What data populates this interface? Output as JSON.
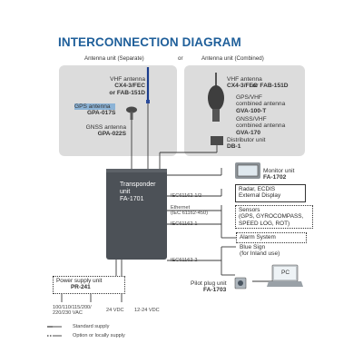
{
  "title": "INTERCONNECTION DIAGRAM",
  "antenna_separate": {
    "caption": "Antenna unit (Separate)",
    "or_label": "or",
    "vhf": {
      "name": "VHF antenna",
      "model": "CX4-3/FEC",
      "alt": "or FAB-151D"
    },
    "gps": {
      "name": "GPS antenna",
      "model": "GPA-017S"
    },
    "gnss": {
      "name": "GNSS antenna",
      "model": "GPA-022S"
    }
  },
  "antenna_combined": {
    "caption": "Antenna unit (Combined)",
    "vhf": {
      "name": "VHF antenna",
      "model": "CX4-3/FEC",
      "alt": "or FAB-151D"
    },
    "gps_vhf": {
      "name1": "GPS/VHF",
      "name2": "combined antenna",
      "model": "GVA-100-T"
    },
    "gnss_vhf": {
      "name1": "GNSS/VHF",
      "name2": "combined antenna",
      "model": "GVA-170"
    },
    "distributor": {
      "name": "Distributor unit",
      "model": "DB-1"
    }
  },
  "transponder": {
    "name1": "Transponder",
    "name2": "unit",
    "model": "FA-1701"
  },
  "monitor": {
    "name": "Monitor unit",
    "model": "FA-1702"
  },
  "interfaces": {
    "iec_1_2": "IEC61162-1/2",
    "ethernet1": "Ethernet",
    "ethernet2": "(IEC 61162-450)",
    "iec_1": "IEC61162-1",
    "iec_2": "IEC61162-2"
  },
  "devices": {
    "radar1": "Radar, ECDIS",
    "radar2": "External Display",
    "sensors1": "Sensors",
    "sensors2": "(GPS, GYROCOMPASS,",
    "sensors3": "SPEED LOG, ROT)",
    "alarm": "Alarm System",
    "blue1": "Blue Sign",
    "blue2": "(for Inland use)",
    "pc": "PC"
  },
  "power": {
    "name": "Power supply unit",
    "model": "PR-241",
    "ac1": "100/110/115/200/",
    "ac2": "220/230 VAC",
    "dc24": "24 VDC",
    "dc12_24": "12-24 VDC"
  },
  "pilot": {
    "name": "Pilot plug unit",
    "model": "FA-1703"
  },
  "legend": {
    "standard": "Standard supply",
    "option": "Option or locally supply"
  }
}
